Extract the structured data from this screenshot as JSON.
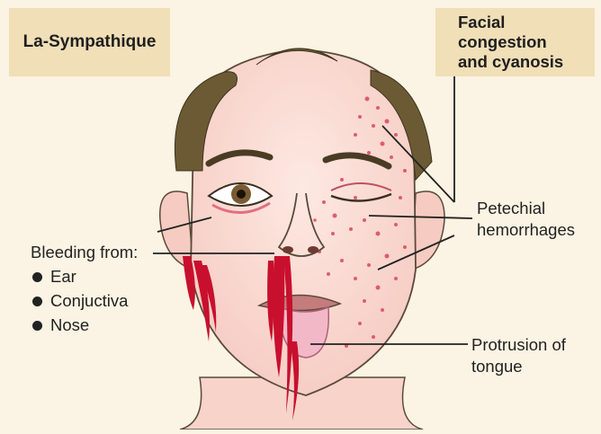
{
  "title_left": "La-Sympathique",
  "title_right_lines": [
    "Facial",
    "congestion",
    "and cyanosis"
  ],
  "labels": {
    "bleeding_heading": "Bleeding from:",
    "bleeding_items": [
      "Ear",
      "Conjuctiva",
      "Nose"
    ],
    "petechial": [
      "Petechial",
      "hemorrhages"
    ],
    "tongue": [
      "Protrusion of",
      "tongue"
    ]
  },
  "colors": {
    "background": "#fbf3e3",
    "title_box": "#f0dfb7",
    "skin": "#fbe0d8",
    "hair": "#6b5a34",
    "blood": "#c8102e",
    "petechiae": "#d9485a",
    "tongue": "#f3b8c8"
  }
}
